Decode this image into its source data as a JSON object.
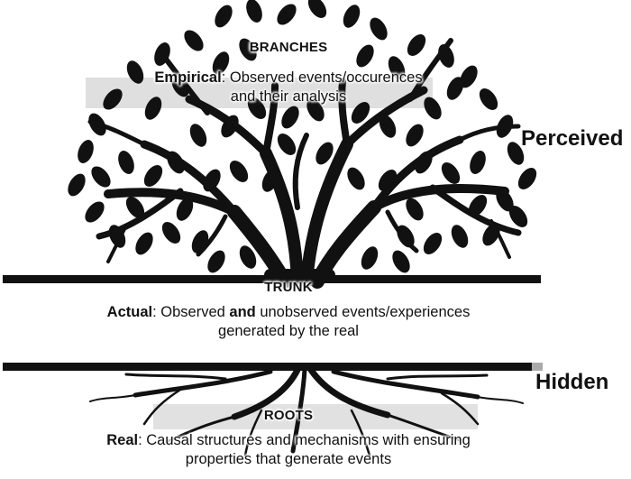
{
  "branches": {
    "heading": "BRANCHES",
    "term": "Empirical",
    "line1": ": Observed events/occurences",
    "line2": "and their analysis"
  },
  "trunk": {
    "heading": "TRUNK",
    "term": "Actual",
    "line1_a": ": Observed ",
    "line1_b": "and",
    "line1_c": " unobserved events/experiences",
    "line2": "generated by the real"
  },
  "roots": {
    "heading": "ROOTS",
    "term": "Real",
    "line1": ": Causal structures and mechanisms with ensuring",
    "line2": "properties that generate events"
  },
  "labels": {
    "perceived": "Perceived",
    "hidden": "Hidden"
  },
  "colors": {
    "ink": "#111111",
    "band": "#b0b0b0"
  }
}
